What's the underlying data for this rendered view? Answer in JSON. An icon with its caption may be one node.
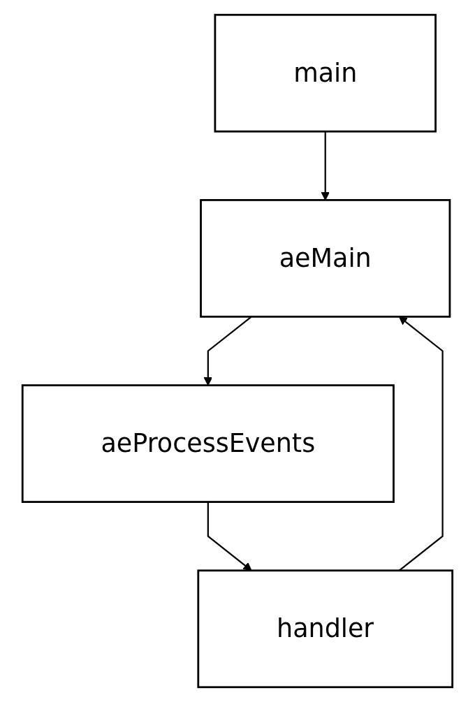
{
  "diagram": {
    "nodes": [
      {
        "text": [
          "main"
        ]
      },
      {
        "text": [
          "aeMain"
        ]
      },
      {
        "text": [
          "aeProcessEvents"
        ]
      },
      {
        "text": [
          "handler"
        ]
      }
    ],
    "edges": [
      {
        "from": 0,
        "to": 1,
        "arrow": "to"
      },
      {
        "from": 1,
        "to": 2,
        "arrow": "to"
      },
      {
        "from": 2,
        "to": 3,
        "arrow": "to"
      },
      {
        "from": 3,
        "to": 1,
        "arrow": "to"
      }
    ]
  }
}
